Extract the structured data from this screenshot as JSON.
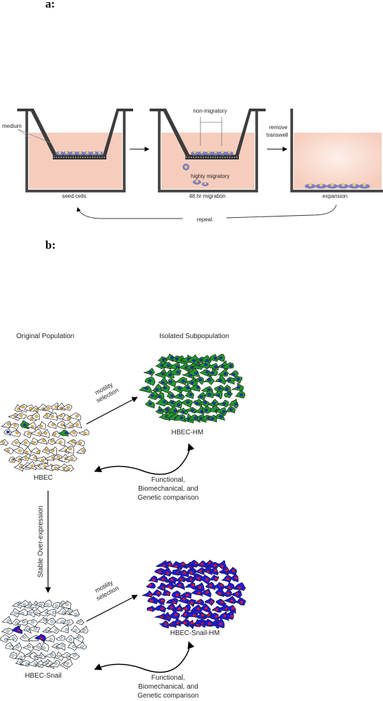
{
  "panel_a": {
    "letter": "a:",
    "medium": "medium",
    "non_migratory": "non-migratory",
    "highly_migratory": "highly migratory",
    "remove_1": "remove",
    "remove_2": "transwell",
    "seed": "seed cells",
    "migration": "48 hr migration",
    "expansion": "expansion",
    "repeat": "repeat"
  },
  "panel_b": {
    "letter": "b:",
    "original_population": "Original Population",
    "isolated_subpopulation": "Isolated Subpopulation",
    "motility_1": "motility",
    "motility_2": "selection",
    "hbec": "HBEC",
    "hbec_hm": "HBEC-HM",
    "comparison_1": "Functional,",
    "comparison_2": "Biomechanical, and",
    "comparison_3": "Genetic comparison",
    "stable": "Stable Over-expression",
    "hbec_snail": "HBEC-Snail",
    "hbec_snail_hm": "HBEC-Snail-HM"
  },
  "colors": {
    "medium": "#f6cdbd",
    "well_wall": "#4a4a4a",
    "cell_body": "#7b7fc4",
    "cell_nucleus": "#e8c87a",
    "hbec_nucleus": "#f2b84b",
    "hm_cell": "#1f9a2a",
    "hm_nucleus": "#1f2fb5",
    "snail_cell": "#1a1ae0",
    "snail_nucleus": "#e0103a",
    "snail_pale_nucleus": "#b8d6ea"
  }
}
